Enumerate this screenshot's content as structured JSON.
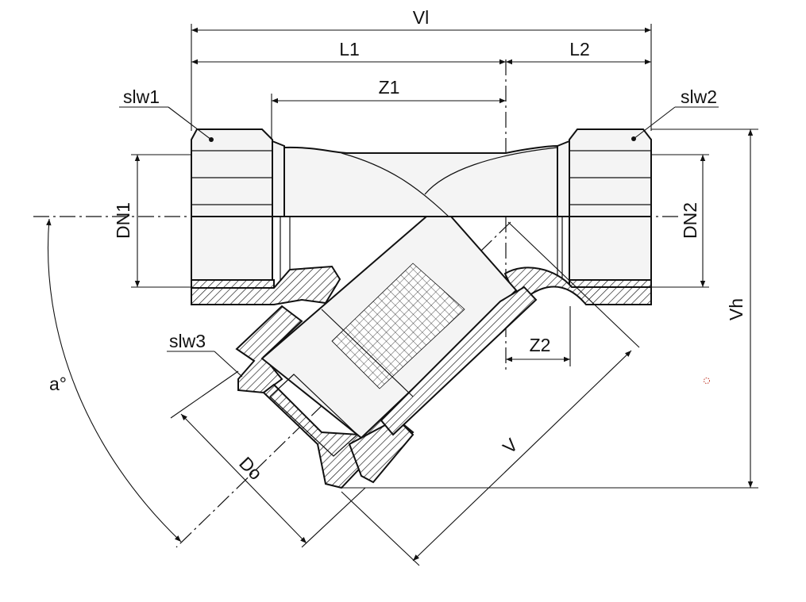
{
  "diagram": {
    "labels": {
      "vl": "Vl",
      "l1": "L1",
      "l2": "L2",
      "z1": "Z1",
      "z2": "Z2",
      "slw1": "slw1",
      "slw2": "slw2",
      "slw3": "slw3",
      "dn1": "DN1",
      "dn2": "DN2",
      "vh": "Vh",
      "v": "V",
      "do": "Do",
      "angle": "a°"
    },
    "colors": {
      "line": "#111111",
      "section_fill": "#f4f4f4",
      "marker": "#c0392b"
    }
  }
}
